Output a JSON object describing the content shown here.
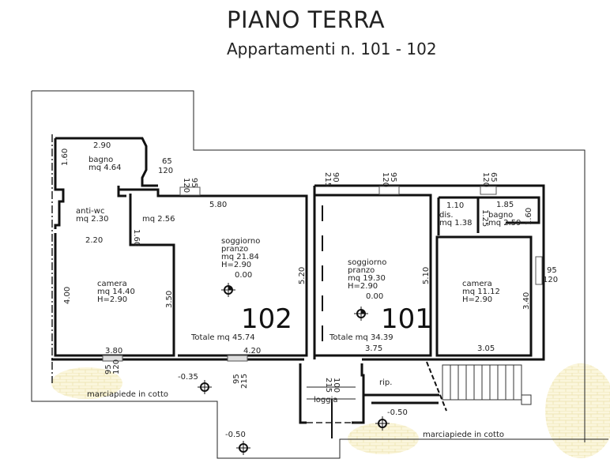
{
  "header": {
    "title": "PIANO TERRA",
    "subtitle": "Appartamenti n. 101 - 102"
  },
  "unit_102": {
    "number": "102",
    "total": "Totale mq 45.74",
    "bagno": {
      "name": "bagno",
      "area": "mq 4.64",
      "w": "2.90",
      "h": "1.60",
      "win1": "65",
      "win2": "120"
    },
    "antiwc": {
      "name": "anti-wc",
      "area": "mq 2.30"
    },
    "corridor": {
      "area": "mq 2.56",
      "dim": "1.60"
    },
    "soggiorno": {
      "name1": "soggiorno",
      "name2": "pranzo",
      "area": "mq 21.84",
      "height": "H=2.90",
      "level": "0.00",
      "top": "5.80",
      "side": "5.20",
      "bottom": "4.20",
      "win1": "95",
      "win2": "120"
    },
    "camera": {
      "name": "camera",
      "area": "mq 14.40",
      "height": "H=2.90",
      "top": "2.20",
      "left": "4.00",
      "right": "3.50",
      "bottom": "3.80"
    },
    "win_bottom_left": {
      "a": "95",
      "b": "120"
    },
    "door_bottom": {
      "a": "95",
      "b": "215"
    }
  },
  "unit_101": {
    "number": "101",
    "total": "Totale mq 34.39",
    "soggiorno": {
      "name1": "soggiorno",
      "name2": "pranzo",
      "area": "mq 19.30",
      "height": "H=2.90",
      "level": "0.00",
      "side": "5.10",
      "bottom": "3.75",
      "door1": "90",
      "door2": "215",
      "win1": "95",
      "win2": "120"
    },
    "dis": {
      "name": "dis.",
      "area": "mq 1.38",
      "w": "1.10"
    },
    "bagno": {
      "name": "bagno",
      "area": "mq 2.59",
      "w": "1.85",
      "h": "1.60",
      "side": "1.25",
      "win1": "65",
      "win2": "120"
    },
    "camera": {
      "name": "camera",
      "area": "mq 11.12",
      "height": "H=2.90",
      "side": "3.40",
      "bottom": "3.05",
      "win1": "95",
      "win2": "120"
    }
  },
  "exterior": {
    "loggia": "loggia",
    "rip": "rip.",
    "loggia_door": {
      "a": "100",
      "b": "215"
    },
    "marciapiede_left": "marciapiede in cotto",
    "marciapiede_right": "marciapiede in cotto",
    "level_left": "-0.35",
    "level_bottom": "-0.50",
    "level_right": "-0.50"
  }
}
